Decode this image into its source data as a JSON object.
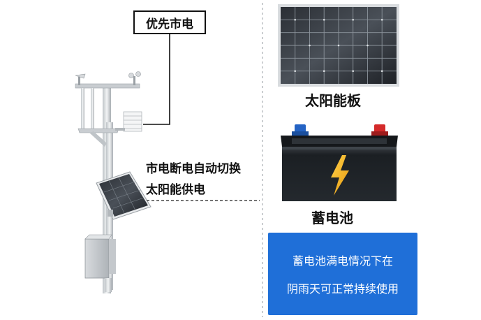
{
  "labels": {
    "grid_power": "优先市电",
    "switch_line1": "市电断电自动切换",
    "switch_line2": "太阳能供电",
    "solar_panel": "太阳能板",
    "battery": "蓄电池",
    "info_line1": "蓄电池满电情况下在",
    "info_line2": "阴雨天可正常持续使用"
  },
  "icons": {
    "battery_symbol": "lightning-bolt-icon"
  },
  "colors": {
    "info_box": "#1f6fd8",
    "bolt": "#f2b51a",
    "battery_body": "#1d2125",
    "terminal_positive": "#d42a2a",
    "terminal_negative": "#2463c4"
  }
}
